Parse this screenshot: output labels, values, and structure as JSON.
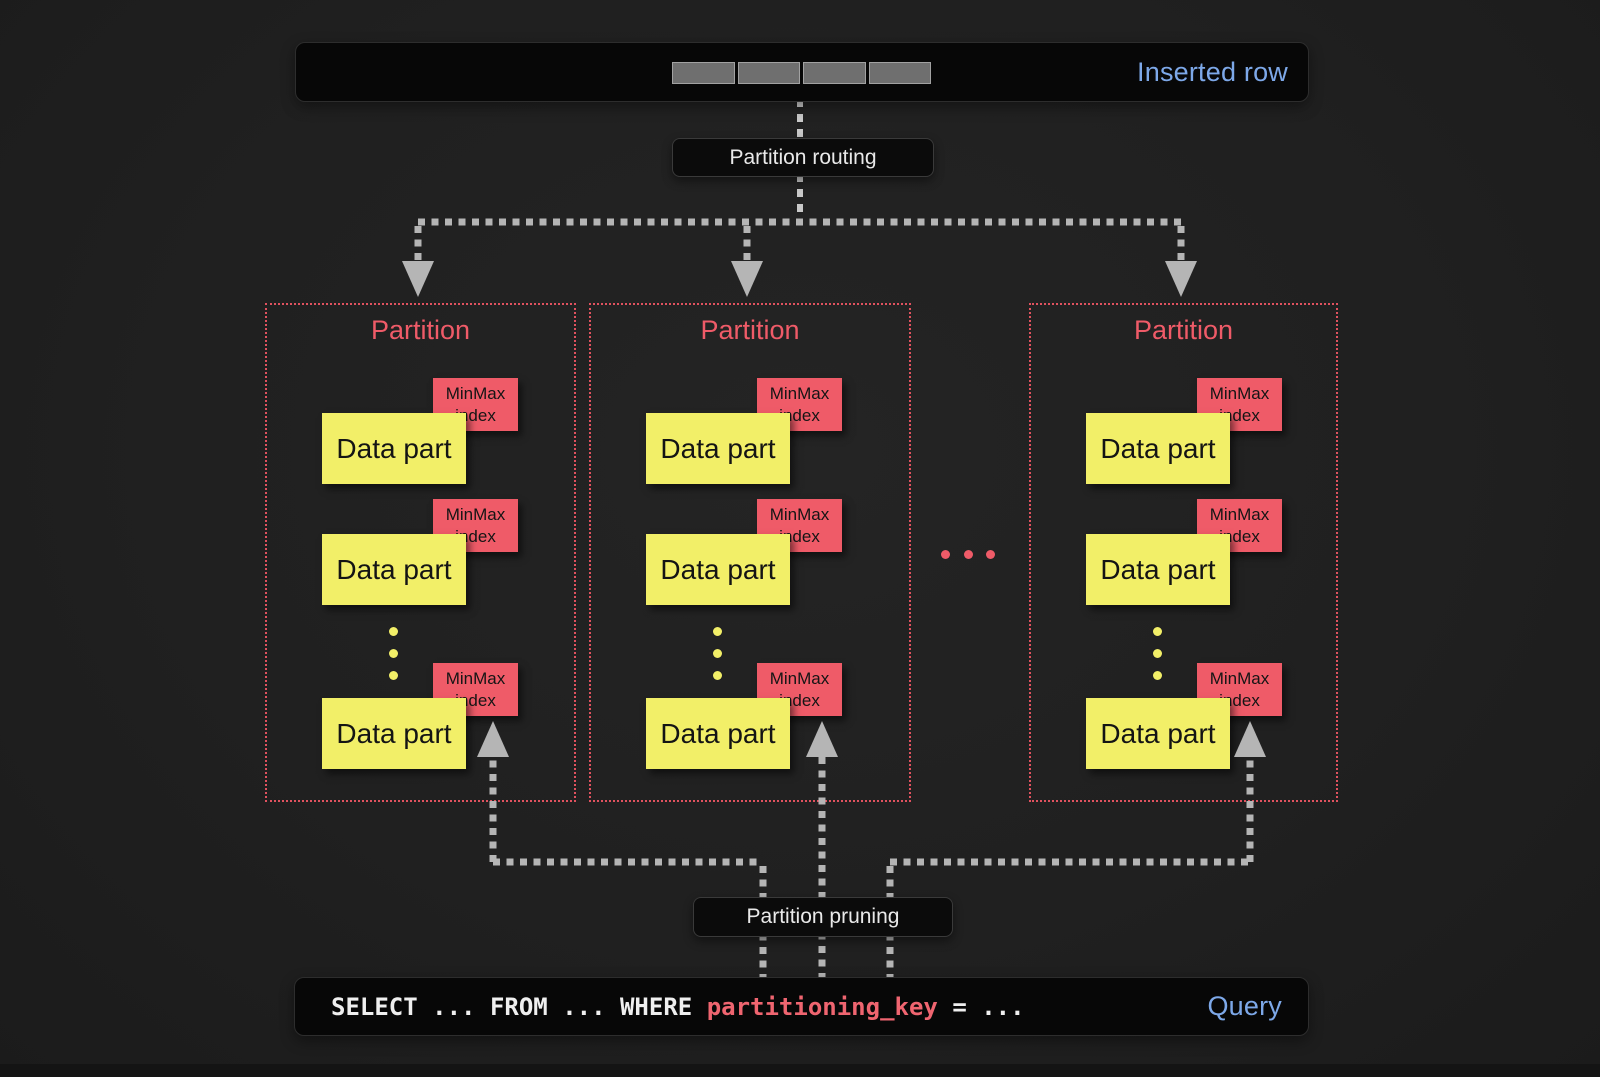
{
  "colors": {
    "accent_red": "#ef5b68",
    "accent_yellow": "#f2ef68",
    "accent_blue": "#7da8e8",
    "arrow_gray": "#b5b5b5"
  },
  "inserted_row_box": {
    "label": "Inserted row",
    "segment_count": 4
  },
  "routing_chip": {
    "label": "Partition routing"
  },
  "pruning_chip": {
    "label": "Partition pruning"
  },
  "more_partitions_ellipsis": "...",
  "partitions": [
    {
      "title": "Partition",
      "parts": [
        {
          "label": "Data part",
          "index_lines": [
            "MinMax",
            "index"
          ]
        },
        {
          "label": "Data part",
          "index_lines": [
            "MinMax",
            "index"
          ]
        },
        {
          "label": "Data part",
          "index_lines": [
            "MinMax",
            "index"
          ]
        }
      ]
    },
    {
      "title": "Partition",
      "parts": [
        {
          "label": "Data part",
          "index_lines": [
            "MinMax",
            "index"
          ]
        },
        {
          "label": "Data part",
          "index_lines": [
            "MinMax",
            "index"
          ]
        },
        {
          "label": "Data part",
          "index_lines": [
            "MinMax",
            "index"
          ]
        }
      ]
    },
    {
      "title": "Partition",
      "parts": [
        {
          "label": "Data part",
          "index_lines": [
            "MinMax",
            "index"
          ]
        },
        {
          "label": "Data part",
          "index_lines": [
            "MinMax",
            "index"
          ]
        },
        {
          "label": "Data part",
          "index_lines": [
            "MinMax",
            "index"
          ]
        }
      ]
    }
  ],
  "query_box": {
    "sql_prefix": "SELECT ... FROM ... WHERE ",
    "sql_key": "partitioning_key",
    "sql_suffix": " = ...",
    "label": "Query"
  }
}
